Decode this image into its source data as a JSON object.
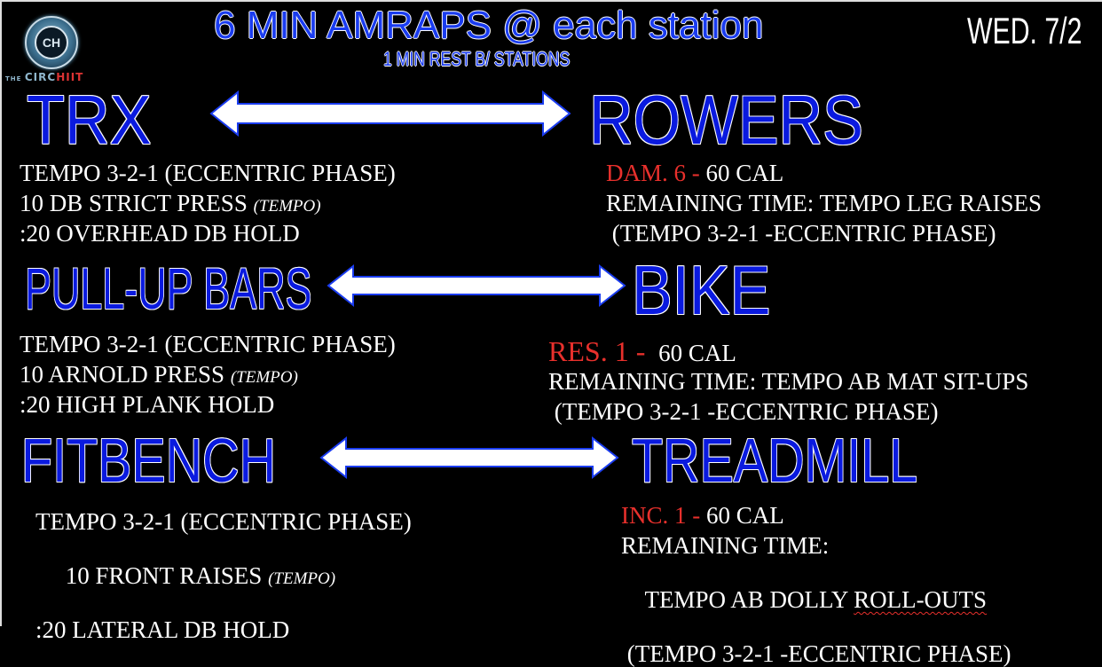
{
  "header": {
    "title": "6 MIN AMRAPS @ each station",
    "subtitle": "1 MIN REST B/ STATIONS",
    "date": "WED. 7/2"
  },
  "logo": {
    "monogram": "CH",
    "brand_pre": "THE ",
    "brand_main": "CIRC",
    "brand_accent": "HIIT"
  },
  "colors": {
    "title_blue": "#0a1adf",
    "accent_red": "#e8302c",
    "background": "#000000"
  },
  "rows": [
    {
      "left_station": "TRX",
      "right_station": "ROWERS",
      "left_lines": [
        {
          "text": "TEMPO 3-2-1  (ECCENTRIC PHASE)"
        },
        {
          "text": "10 DB STRICT PRESS  ",
          "note": "(TEMPO)"
        },
        {
          "text": ":20 OVERHEAD DB HOLD"
        }
      ],
      "right_setting": "DAM. 6 - ",
      "right_target": "60 CAL",
      "right_lines": [
        "REMAINING TIME: TEMPO LEG RAISES",
        " (TEMPO 3-2-1 -ECCENTRIC PHASE)"
      ]
    },
    {
      "left_station": "PULL-UP BARS",
      "right_station": "BIKE",
      "left_lines": [
        {
          "text": "TEMPO 3-2-1  (ECCENTRIC PHASE)"
        },
        {
          "text": "10 ARNOLD PRESS ",
          "note": "(TEMPO)"
        },
        {
          "text": ":20 HIGH PLANK HOLD"
        }
      ],
      "right_setting": "RES. 1 - ",
      "right_target": " 60 CAL",
      "right_lines": [
        "REMAINING TIME: TEMPO AB MAT SIT-UPS",
        " (TEMPO 3-2-1 -ECCENTRIC PHASE)"
      ]
    },
    {
      "left_station": "FITBENCH",
      "right_station": "TREADMILL",
      "left_lines": [
        {
          "text": "TEMPO 3-2-1  (ECCENTRIC PHASE)"
        },
        {
          "text": " 10 FRONT RAISES ",
          "note": "(TEMPO)"
        },
        {
          "text": ":20 LATERAL DB HOLD"
        }
      ],
      "right_setting": "INC. 1 - ",
      "right_target": "60 CAL",
      "right_lines_pre": "REMAINING TIME:",
      "right_lines_mid_a": "TEMPO AB DOLLY ",
      "right_lines_mid_b": "ROLL-OUTS",
      "right_lines_post": " (TEMPO 3-2-1 -ECCENTRIC PHASE)"
    }
  ]
}
